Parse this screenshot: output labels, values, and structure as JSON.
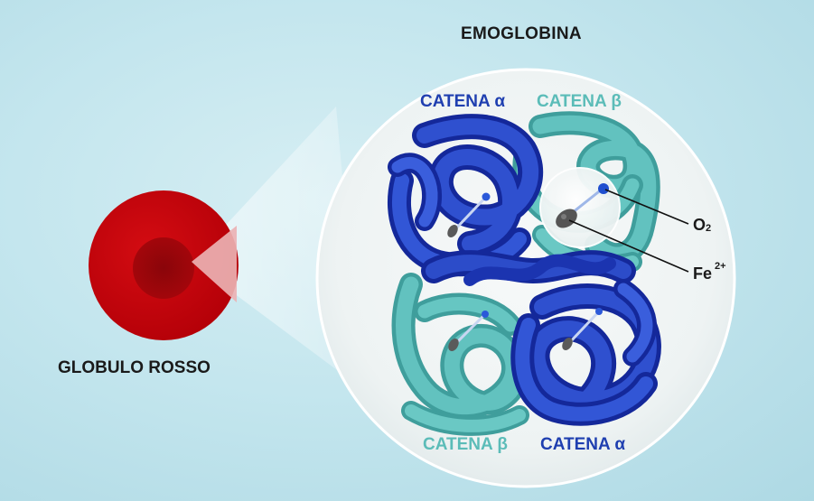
{
  "title": "EMOGLOBINA",
  "red_blood_cell": {
    "label": "GLOBULO ROSSO"
  },
  "chains": {
    "alpha_top": "CATENA α",
    "beta_top": "CATENA β",
    "beta_bottom": "CATENA β",
    "alpha_bottom": "CATENA α"
  },
  "callouts": {
    "oxygen": {
      "symbol": "O",
      "subscript": "2"
    },
    "iron": {
      "symbol": "Fe",
      "superscript": "2+"
    }
  },
  "colors": {
    "alpha_chain": "#1f3fb0",
    "beta_chain": "#5bbcb8",
    "red_cell": "#c8090f",
    "heme": "#5c5c5c"
  },
  "icons": [
    "red-blood-cell-icon",
    "hemoglobin-molecule-icon",
    "heme-group-icon",
    "oxygen-molecule-icon"
  ]
}
